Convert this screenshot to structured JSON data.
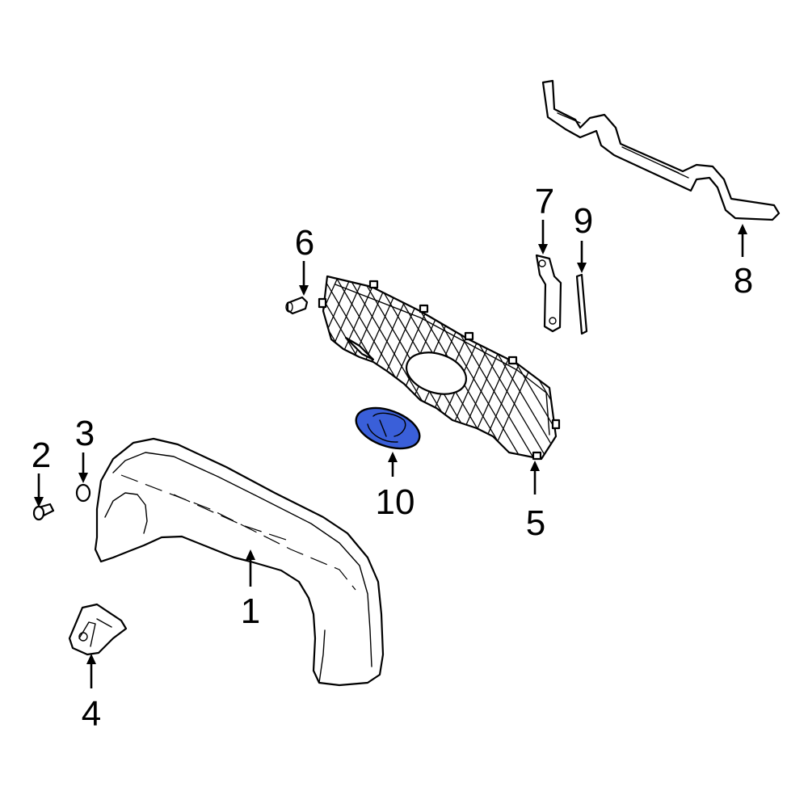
{
  "diagram": {
    "highlight_color": "#3a5fd9",
    "callouts": [
      {
        "id": "1",
        "label": "1"
      },
      {
        "id": "2",
        "label": "2"
      },
      {
        "id": "3",
        "label": "3"
      },
      {
        "id": "4",
        "label": "4"
      },
      {
        "id": "5",
        "label": "5"
      },
      {
        "id": "6",
        "label": "6"
      },
      {
        "id": "7",
        "label": "7"
      },
      {
        "id": "8",
        "label": "8"
      },
      {
        "id": "9",
        "label": "9"
      },
      {
        "id": "10",
        "label": "10"
      }
    ]
  }
}
